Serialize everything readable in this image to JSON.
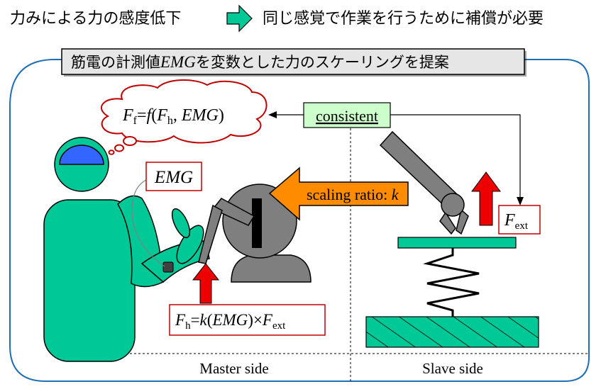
{
  "header": {
    "problem": "力みによる力の感度低下",
    "solution": "同じ感覚で作業を行うために補償が必要"
  },
  "proposal_title": {
    "prefix": "筋電の計測値",
    "emg": "EMG",
    "suffix": "を変数とした力のスケーリングを提案"
  },
  "thought": {
    "F": "F",
    "f_sub": "f",
    "eq": "=",
    "func": "f",
    "open": "(",
    "F2": "F",
    "h_sub": "h",
    "comma": ", ",
    "emg": "EMG",
    "close": ")"
  },
  "consistent_label": "consistent",
  "emg_label": "EMG",
  "scaling": {
    "text": "scaling ratio: ",
    "k": "k"
  },
  "formula": {
    "F": "F",
    "h_sub": "h",
    "eq": "=",
    "k": "k",
    "open": "(",
    "emg": "EMG",
    "close": ")",
    "times": "×",
    "F2": "F",
    "ext_sub": "ext"
  },
  "fext_label": {
    "F": "F",
    "sub": "ext"
  },
  "sides": {
    "master": "Master side",
    "slave": "Slave side"
  },
  "colors": {
    "frame_blue": "#1F6FB4",
    "body_green": "#00C896",
    "helmet_blue": "#3366FF",
    "gray": "#7F7F7F",
    "orange": "#FF8C00",
    "red_arrow": "#EE0000",
    "label_border": "#C00000",
    "consistent_fill": "#CCFFCC",
    "title_bar": "#E6E6E6"
  }
}
